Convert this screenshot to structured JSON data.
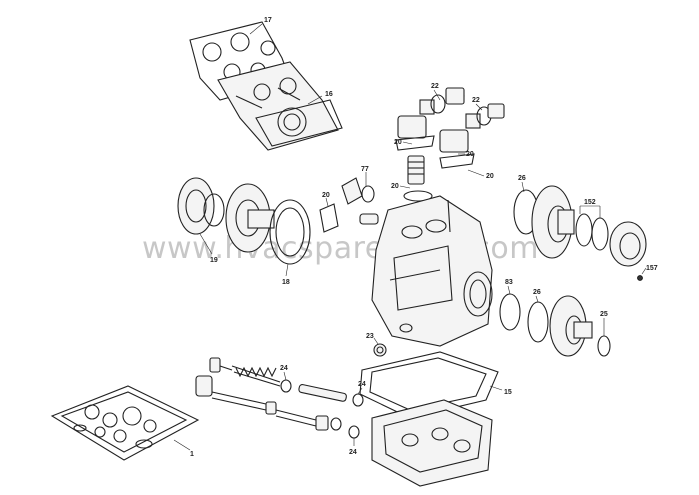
{
  "watermark": "www.hvacspareparts.com",
  "callouts": [
    {
      "id": "c17",
      "label": "17"
    },
    {
      "id": "c16",
      "label": "16"
    },
    {
      "id": "c22a",
      "label": "22"
    },
    {
      "id": "c22b",
      "label": "22"
    },
    {
      "id": "c20a",
      "label": "20"
    },
    {
      "id": "c20b",
      "label": "20"
    },
    {
      "id": "c20c",
      "label": "20"
    },
    {
      "id": "c20d",
      "label": "20"
    },
    {
      "id": "c20e",
      "label": "20"
    },
    {
      "id": "c77",
      "label": "77"
    },
    {
      "id": "c26a",
      "label": "26"
    },
    {
      "id": "c152",
      "label": "152"
    },
    {
      "id": "c157",
      "label": "157"
    },
    {
      "id": "c19",
      "label": "19"
    },
    {
      "id": "c18",
      "label": "18"
    },
    {
      "id": "c83",
      "label": "83"
    },
    {
      "id": "c26b",
      "label": "26"
    },
    {
      "id": "c25",
      "label": "25"
    },
    {
      "id": "c23",
      "label": "23"
    },
    {
      "id": "c24a",
      "label": "24"
    },
    {
      "id": "c24b",
      "label": "24"
    },
    {
      "id": "c24c",
      "label": "24"
    },
    {
      "id": "c15",
      "label": "15"
    },
    {
      "id": "c1",
      "label": "1"
    }
  ]
}
